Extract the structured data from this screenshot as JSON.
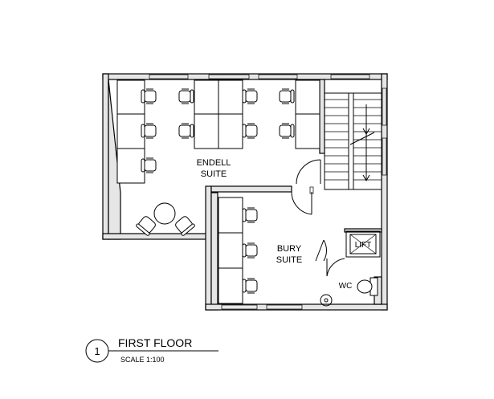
{
  "rooms": {
    "endell": {
      "line1": "ENDELL",
      "line2": "SUITE"
    },
    "bury": {
      "line1": "BURY",
      "line2": "SUITE"
    },
    "lift": "LIFT",
    "wc": "WC"
  },
  "title_block": {
    "number": "1",
    "title": "FIRST FLOOR",
    "scale": "SCALE 1:100"
  }
}
